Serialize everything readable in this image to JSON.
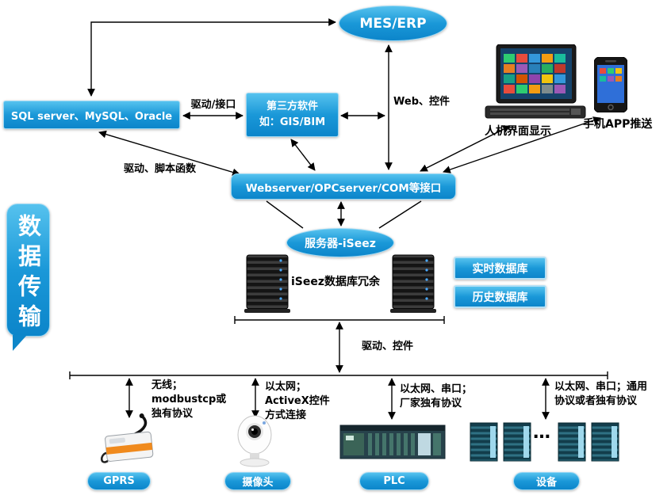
{
  "colors": {
    "accent": "#1a98d8",
    "accent_light": "#56c2ee",
    "accent_dark": "#0c85ca",
    "arrow": "#000000"
  },
  "nodes": {
    "mes": {
      "label": "MES/ERP"
    },
    "sql": {
      "label": "SQL server、MySQL、Oracle"
    },
    "third_party": {
      "line1": "第三方软件",
      "line2": "如：GIS/BIM"
    },
    "webserver": {
      "label": "Webserver/OPCserver/COM等接口"
    },
    "server": {
      "label": "服务器-iSeez"
    },
    "realtime_db": {
      "label": "实时数据库"
    },
    "history_db": {
      "label": "历史数据库"
    },
    "banner": {
      "label": "数据传输"
    },
    "redundancy": {
      "label": "iSeez数据库冗余"
    },
    "hmi": {
      "label": "人机界面显示"
    },
    "app": {
      "label": "手机APP推送"
    }
  },
  "edges": {
    "driver_interface": "驱动/接口",
    "web_control": "Web、控件",
    "driver_script": "驱动、脚本函数",
    "driver_control": "驱动、控件",
    "gprs_conn": [
      "无线；",
      "modbustcp或",
      "独有协议"
    ],
    "camera_conn": [
      "以太网；",
      "ActiveX控件",
      "方式连接"
    ],
    "plc_conn": [
      "以太网、串口；",
      "厂家独有协议"
    ],
    "device_conn": [
      "以太网、串口；通用",
      "协议或者独有协议"
    ],
    "ellipsis": "…"
  },
  "devices": {
    "gprs": {
      "label": "GPRS"
    },
    "camera": {
      "label": "摄像头"
    },
    "plc": {
      "label": "PLC"
    },
    "equipment": {
      "label": "设备"
    }
  }
}
